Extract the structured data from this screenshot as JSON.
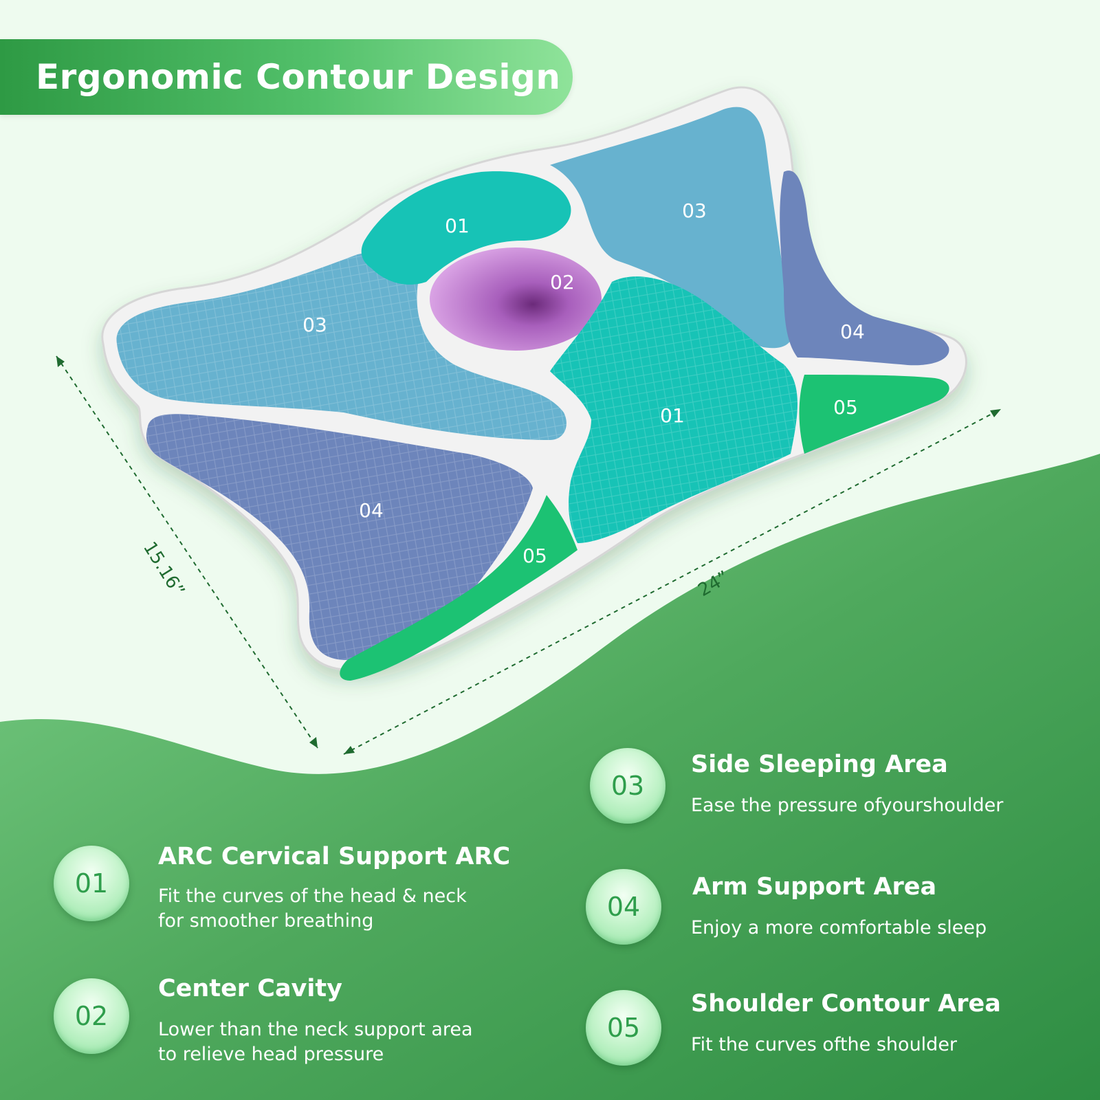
{
  "title": "Ergonomic Contour Design",
  "colors": {
    "zone_01": "#17c3b6",
    "zone_02": "#c98ad6",
    "zone_03": "#67b2cf",
    "zone_04": "#6d85bb",
    "zone_05": "#1cc273",
    "green_dark": "#2e8d43",
    "green_light": "#7ccf87",
    "background": "#eefbef"
  },
  "pillow": {
    "zone_labels": [
      "01",
      "02",
      "03",
      "03",
      "04",
      "04",
      "01",
      "05",
      "05"
    ],
    "dimensions": {
      "depth": "15.16”",
      "width": "24”"
    }
  },
  "features": [
    {
      "number": "01",
      "title": "ARC Cervical Support ARC",
      "desc": [
        "Fit the curves of the head & neck",
        "for smoother breathing"
      ]
    },
    {
      "number": "02",
      "title": "Center Cavity",
      "desc": [
        "Lower than the neck support area",
        "to relieve head pressure"
      ]
    },
    {
      "number": "03",
      "title": "Side Sleeping Area",
      "desc": [
        "Ease the pressure ofyourshoulder"
      ]
    },
    {
      "number": "04",
      "title": "Arm Support Area",
      "desc": [
        "Enjoy a more comfortable sleep"
      ]
    },
    {
      "number": "05",
      "title": "Shoulder Contour Area",
      "desc": [
        "Fit the curves ofthe shoulder"
      ]
    }
  ]
}
